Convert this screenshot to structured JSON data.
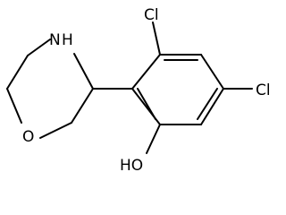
{
  "molecule": {
    "atoms": {
      "cl_top": "Cl",
      "cl_right": "Cl",
      "nh": "N",
      "nh_h": "H",
      "o_ring": "O",
      "oh": "HO"
    },
    "colors": {
      "bond": "#000000",
      "text": "#000000",
      "background": "#ffffff"
    }
  }
}
